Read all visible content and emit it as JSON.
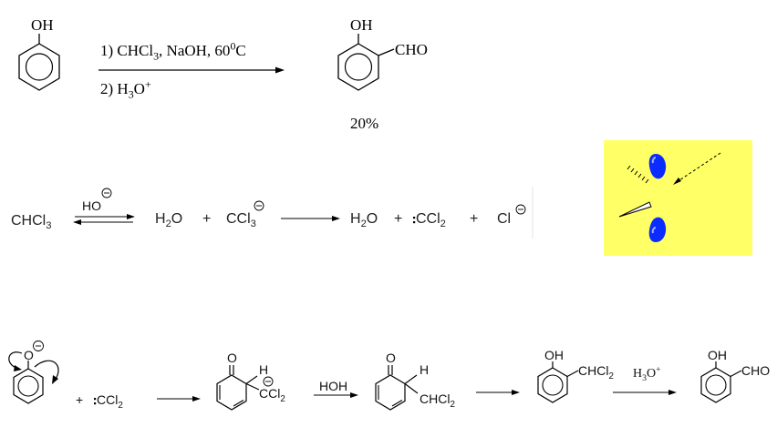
{
  "row1": {
    "reactant_oh": "OH",
    "condition1": "1) CHCl",
    "condition1_sub": "3",
    "condition1_rest": ", NaOH, 60",
    "condition1_sup": "0",
    "condition1_tail": "C",
    "condition2": "2) H",
    "condition2_sub": "3",
    "condition2_mid": "O",
    "condition2_sup": "+",
    "product_oh": "OH",
    "product_cho": "CHO",
    "yield": "20%"
  },
  "row2": {
    "chcl3": "CHCl",
    "chcl3_sub": "3",
    "ho": "HO",
    "h2o_a": "H",
    "h2o_a_sub": "2",
    "h2o_a_tail": "O",
    "plus1": "+",
    "ccl3": "CCl",
    "ccl3_sub": "3",
    "h2o_b": "H",
    "h2o_b_sub": "2",
    "h2o_b_tail": "O",
    "plus2": "+",
    "ccl2": "CCl",
    "ccl2_sub": "2",
    "plus3": "+",
    "cl": "Cl"
  },
  "row3": {
    "phenoxide_o": "O",
    "plus": "+",
    "ccl2": "CCl",
    "ccl2_sub": "2",
    "int1_o": "O",
    "int1_h": "H",
    "int1_ccl2": "CCl",
    "int1_ccl2_sub": "2",
    "hoh": "HOH",
    "int2_o": "O",
    "int2_h": "H",
    "int2_chcl2": "CHCl",
    "int2_chcl2_sub": "2",
    "int3_oh": "OH",
    "int3_chcl2": "CHCl",
    "int3_chcl2_sub": "2",
    "h3o": "H",
    "h3o_sub": "3",
    "h3o_mid": "O",
    "h3o_sup": "+",
    "final_oh": "OH",
    "final_cho": "CHO"
  },
  "colors": {
    "lobe": "#0a2cff",
    "panel": "#ffff66",
    "ink": "#000000"
  }
}
